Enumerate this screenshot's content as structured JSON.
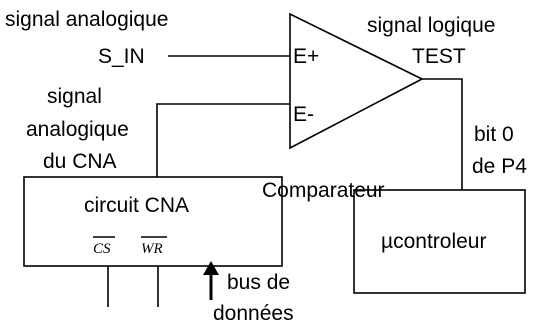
{
  "labels": {
    "signal_analogique_top": "signal analogique",
    "s_in": "S_IN",
    "signal_logique": "signal logique",
    "test": "TEST",
    "e_plus": "E+",
    "e_minus": "E-",
    "signal_cna_line1": "signal",
    "signal_cna_line2": "analogique",
    "signal_cna_line3": "du CNA",
    "comparateur": "Comparateur",
    "bit0_line1": "bit 0",
    "bit0_line2": "de P4",
    "circuit_cna": "circuit CNA",
    "cs_pin": "CS",
    "wr_pin": "WR",
    "microcontroleur": "µcontroleur",
    "bus_line1": "bus de",
    "bus_line2": "données"
  }
}
